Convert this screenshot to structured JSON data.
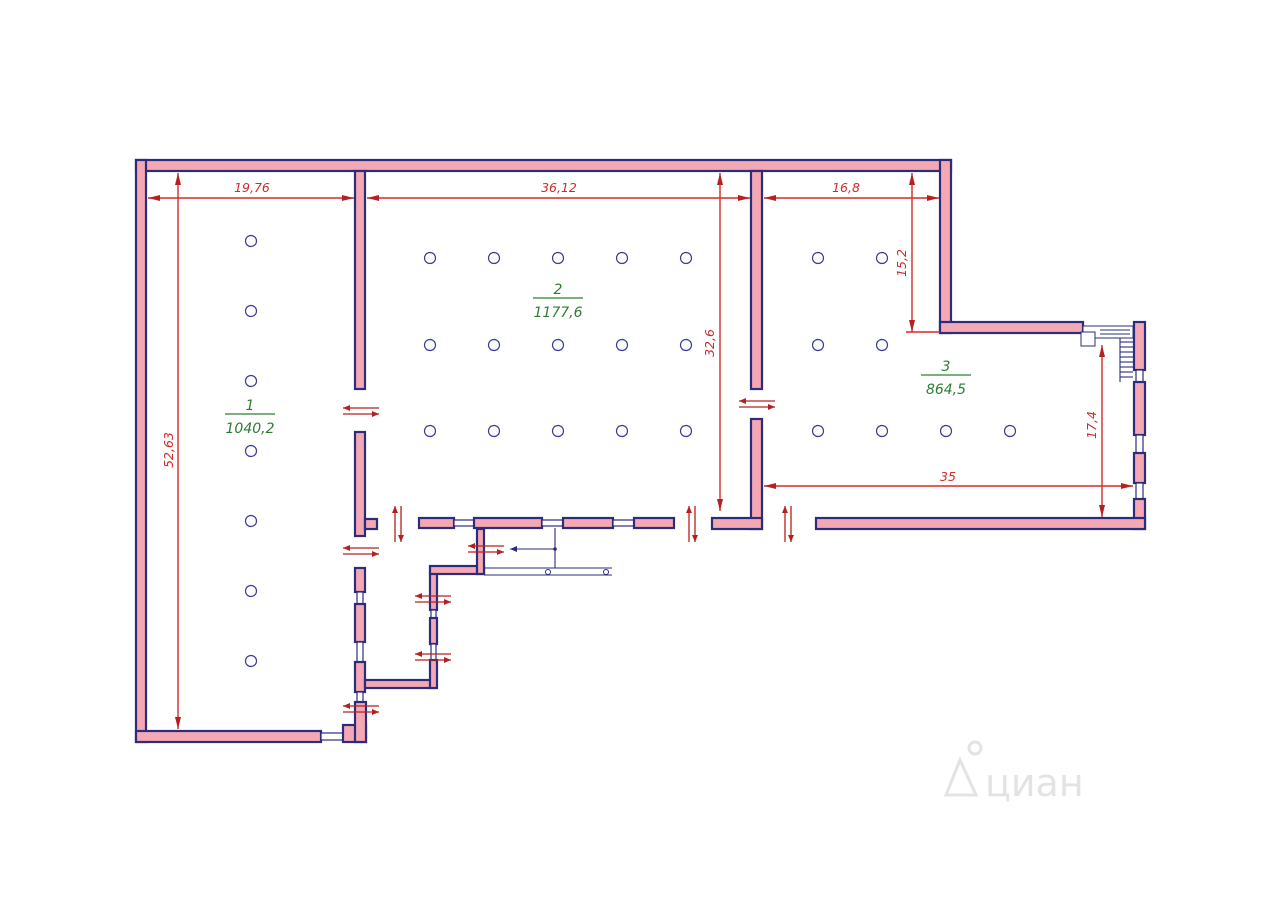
{
  "rooms": [
    {
      "number": "1",
      "area": "1040,2"
    },
    {
      "number": "2",
      "area": "1177,6"
    },
    {
      "number": "3",
      "area": "864,5"
    }
  ],
  "dimensions": {
    "room1_width": "19,76",
    "room2_width": "36,12",
    "room3_width": "16,8",
    "room1_length": "52,63",
    "room2_depth": "32,6",
    "room3_upper_depth": "15,2",
    "room3_lower_depth": "17,4",
    "room3_length": "35"
  },
  "watermark": {
    "text": "циан"
  },
  "colors": {
    "wall_fill": "#f4a8b4",
    "wall_outline": "#2b2d7a",
    "dimension": "#d42a2a",
    "room_label": "#2e7d32"
  }
}
